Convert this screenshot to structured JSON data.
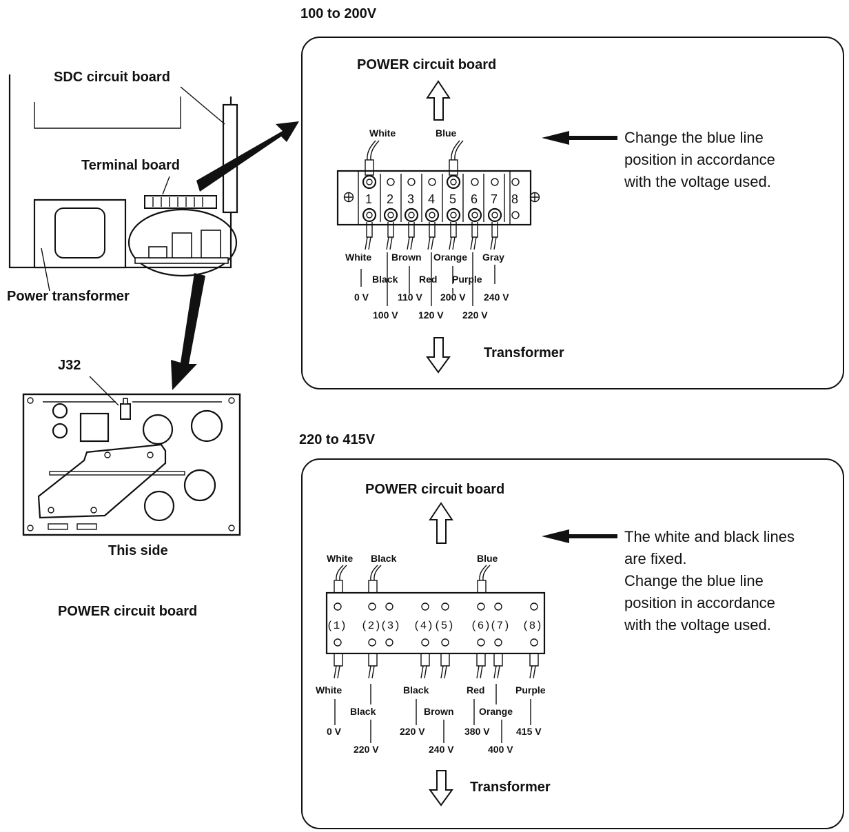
{
  "left": {
    "sdc_label": "SDC circuit board",
    "terminal_label": "Terminal board",
    "transformer_label": "Power transformer",
    "j32_label": "J32",
    "this_side_label": "This side",
    "power_board_label": "POWER circuit board"
  },
  "panel1": {
    "heading": "100 to 200V",
    "board_label": "POWER circuit board",
    "transformer_label": "Transformer",
    "note_lines": [
      "Change the blue line",
      "position in accordance",
      "with the voltage used."
    ],
    "top_wires": [
      "White",
      "Blue"
    ],
    "terminal_numbers": [
      "1",
      "2",
      "3",
      "4",
      "5",
      "6",
      "7",
      "8"
    ],
    "wire_colors_top": [
      "White",
      "Brown",
      "Orange",
      "Gray"
    ],
    "wire_colors_bottom": [
      "Black",
      "Red",
      "Purple"
    ],
    "volts_top": [
      "0 V",
      "110 V",
      "200 V",
      "240 V"
    ],
    "volts_bottom": [
      "100 V",
      "120 V",
      "220 V"
    ]
  },
  "panel2": {
    "heading": "220 to 415V",
    "board_label": "POWER circuit board",
    "transformer_label": "Transformer",
    "note_lines": [
      "The white and black lines",
      "are fixed.",
      "Change the blue line",
      "position in accordance",
      "with the voltage used."
    ],
    "top_wires": [
      "White",
      "Black",
      "Blue"
    ],
    "terminal_numbers": [
      "(1)",
      "(2)",
      "(3)",
      "(4)",
      "(5)",
      "(6)",
      "(7)",
      "(8)"
    ],
    "wire_colors_top": [
      "White",
      "Black",
      "Red",
      "Purple"
    ],
    "wire_colors_bottom": [
      "Black",
      "Brown",
      "Orange"
    ],
    "volts_top": [
      "0 V",
      "220 V",
      "380 V",
      "415 V"
    ],
    "volts_bottom": [
      "220 V",
      "240 V",
      "400 V"
    ]
  }
}
